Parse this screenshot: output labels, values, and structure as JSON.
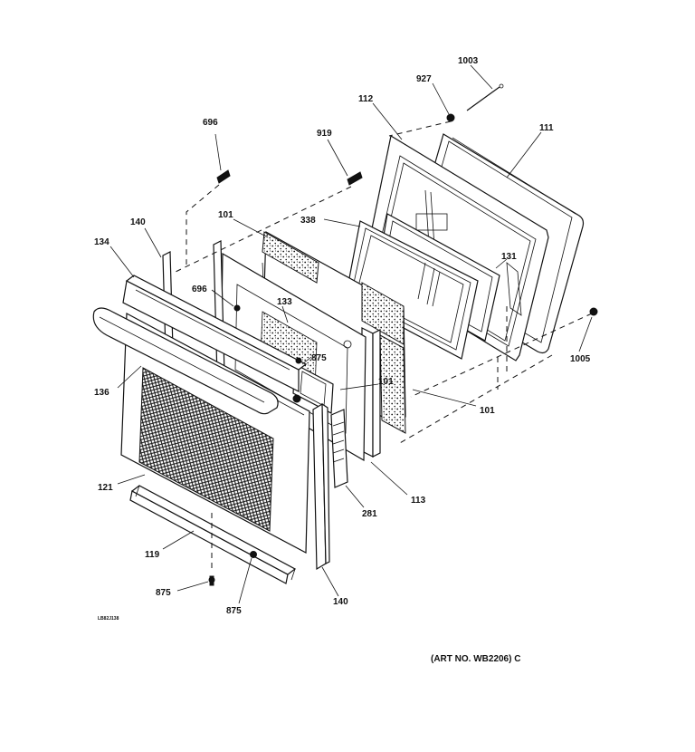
{
  "diagram": {
    "labels": {
      "p1003": "1003",
      "p927": "927",
      "p112": "112",
      "p111": "111",
      "p696": "696",
      "p919": "919",
      "p140_top": "140",
      "p101_top": "101",
      "p338": "338",
      "p134": "134",
      "p131": "131",
      "p696_mid": "696",
      "p133": "133",
      "p1005": "1005",
      "p875_mid": "875",
      "p136": "136",
      "p101_mid": "101",
      "p101_right": "101",
      "p113": "113",
      "p121": "121",
      "p281": "281",
      "p119": "119",
      "p875_left": "875",
      "p875_bottom": "875",
      "p140_bottom": "140"
    },
    "drawing_code": "LB82J138",
    "art_number": "(ART NO. WB2206) C"
  }
}
